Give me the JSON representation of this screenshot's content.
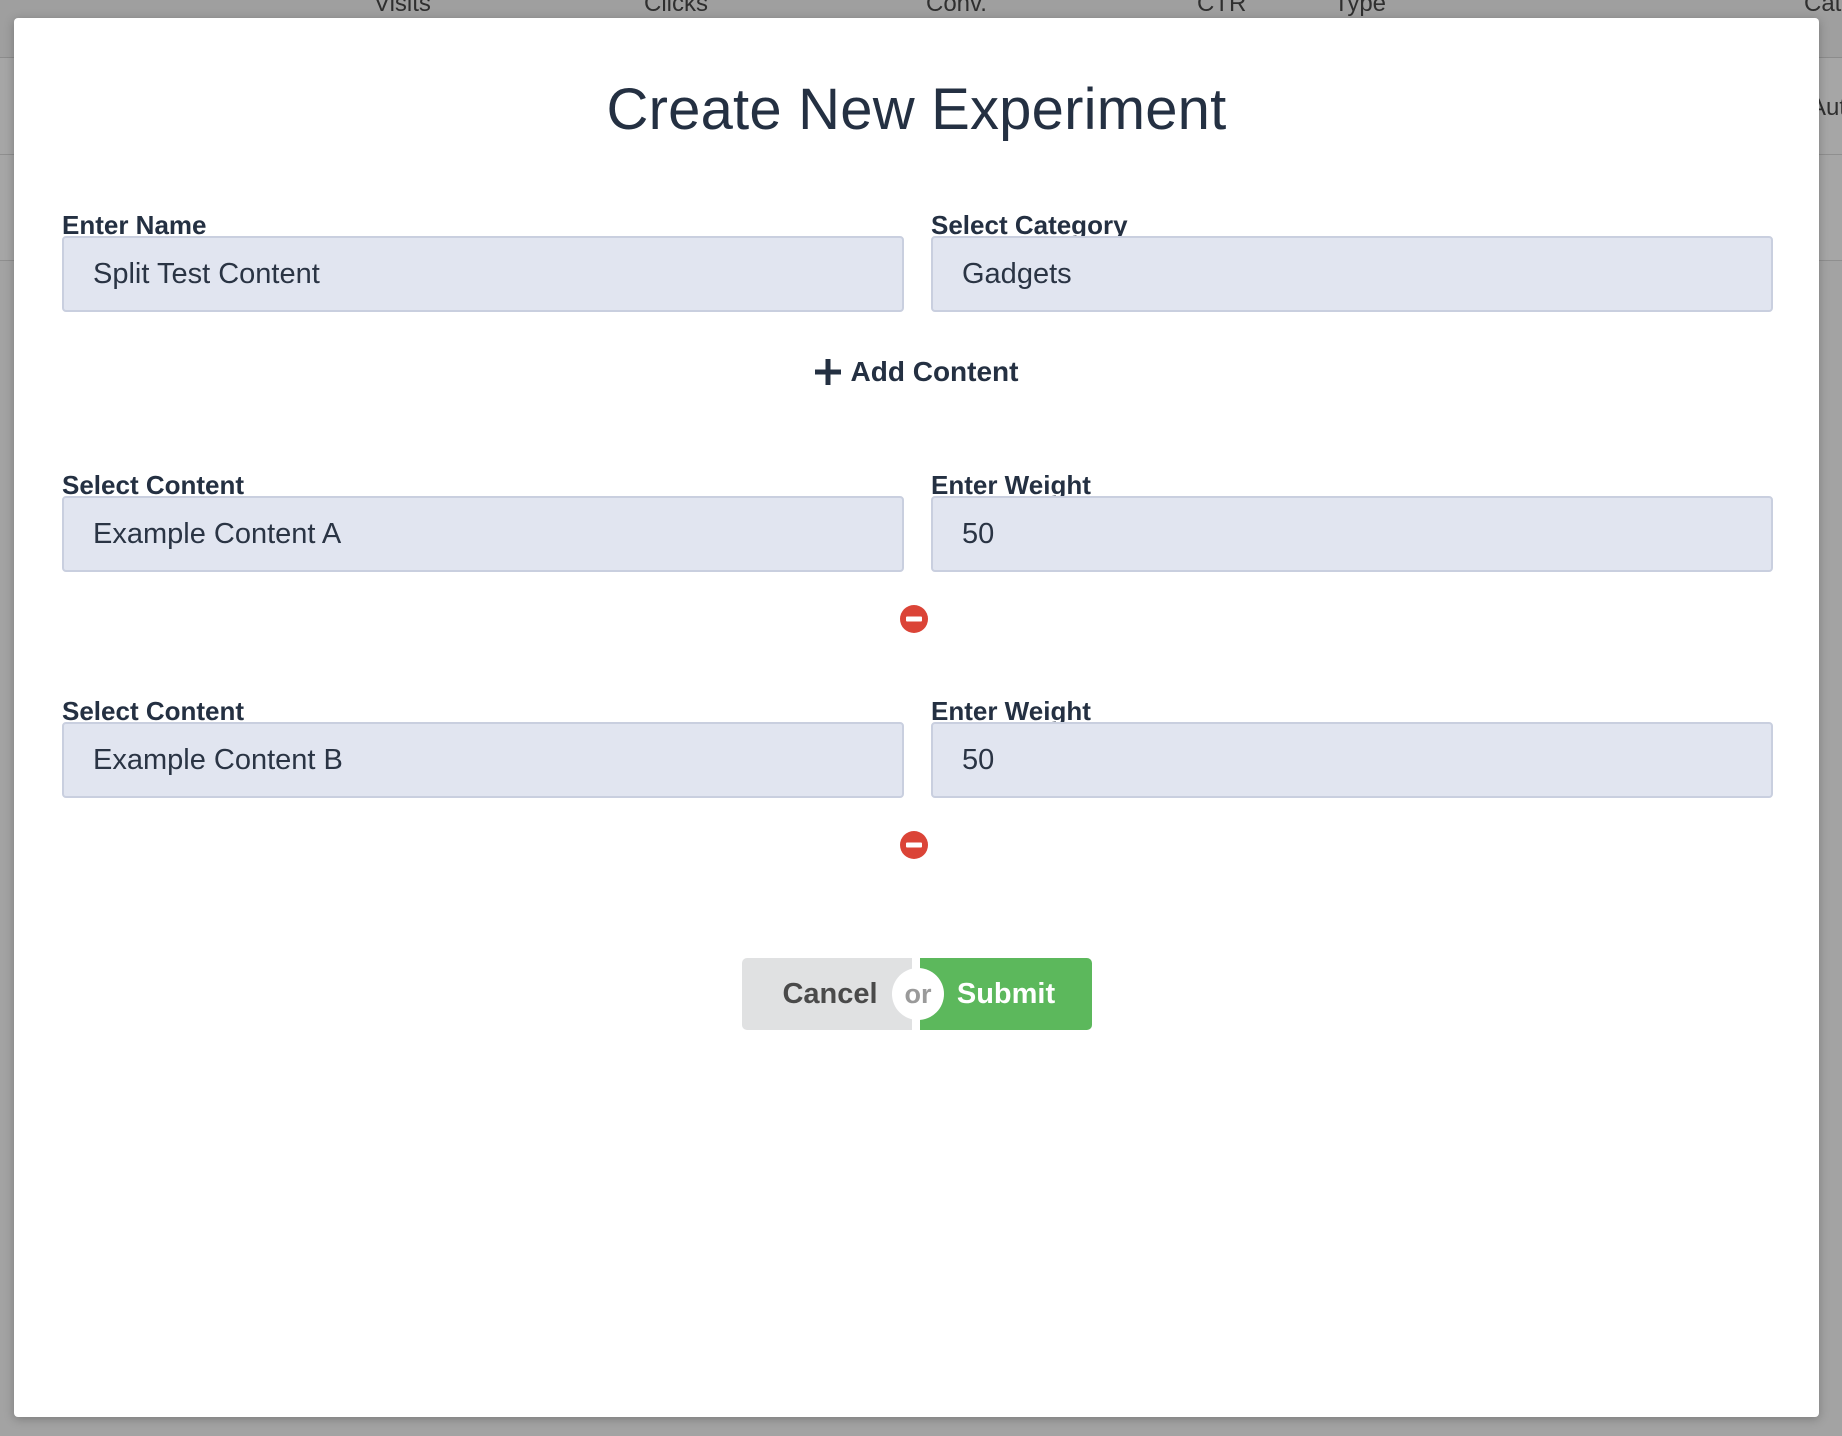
{
  "background_table": {
    "columns": [
      "Visits",
      "Clicks",
      "Conv.",
      "CTR",
      "Type",
      "Cat"
    ],
    "first_row_partial": "Aut"
  },
  "modal": {
    "title": "Create New Experiment",
    "name_field": {
      "label": "Enter Name",
      "value": "Split Test Content"
    },
    "category_field": {
      "label": "Select Category",
      "value": "Gadgets"
    },
    "add_content_label": "Add Content",
    "content_rows": [
      {
        "content_label": "Select Content",
        "content_value": "Example Content A",
        "weight_label": "Enter Weight",
        "weight_value": "50"
      },
      {
        "content_label": "Select Content",
        "content_value": "Example Content B",
        "weight_label": "Enter Weight",
        "weight_value": "50"
      }
    ],
    "actions": {
      "cancel_label": "Cancel",
      "or_label": "or",
      "submit_label": "Submit"
    }
  },
  "colors": {
    "overlay": "#a3a3a3",
    "title_text": "#243042",
    "input_bg": "#e1e5f0",
    "input_border": "#c9cfdf",
    "remove_icon": "#db4437",
    "submit_bg": "#5cb85c",
    "cancel_bg": "#e0e1e2"
  },
  "icons": {
    "add": "plus-icon",
    "remove": "minus-circle-icon"
  }
}
